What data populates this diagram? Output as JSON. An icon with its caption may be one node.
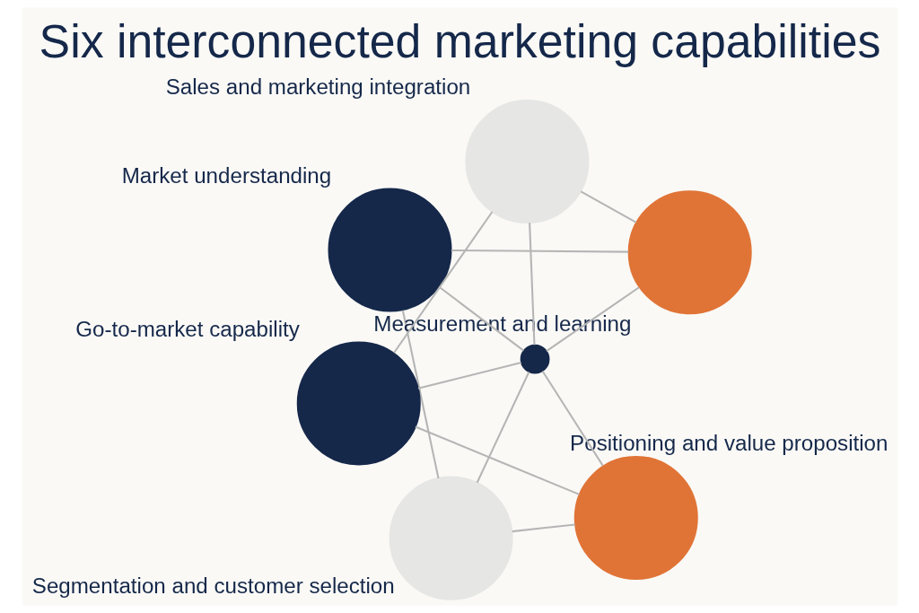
{
  "diagram": {
    "title": "Six interconnected marketing capabilities",
    "nodes": [
      {
        "text": [],
        "shape": "circle",
        "beside": [
          "Market understanding"
        ]
      },
      {
        "text": [],
        "shape": "circle",
        "beside": [
          "Measurement and learning"
        ]
      },
      {
        "text": [],
        "shape": "circle",
        "beside": [
          "Segmentation and customer selection"
        ]
      },
      {
        "text": [],
        "shape": "circle"
      },
      {
        "text": [],
        "shape": "circle",
        "beside": [
          "Sales and marketing integration"
        ]
      },
      {
        "text": [],
        "shape": "circle",
        "beside": [
          "Positioning and value proposition"
        ]
      },
      {
        "text": [],
        "shape": "circle",
        "beside": [
          "Go-to-market capability"
        ]
      }
    ],
    "edges": [
      {
        "from": 3,
        "to": 0,
        "arrow": "none"
      },
      {
        "from": 3,
        "to": 1,
        "arrow": "none"
      },
      {
        "from": 3,
        "to": 2,
        "arrow": "none"
      },
      {
        "from": 3,
        "to": 4,
        "arrow": "none"
      },
      {
        "from": 3,
        "to": 5,
        "arrow": "none"
      },
      {
        "from": 3,
        "to": 6,
        "arrow": "none"
      },
      {
        "from": 0,
        "to": 2,
        "arrow": "none"
      },
      {
        "from": 2,
        "to": 5,
        "arrow": "none"
      },
      {
        "from": 5,
        "to": 6,
        "arrow": "none"
      },
      {
        "from": 6,
        "to": 4,
        "arrow": "none"
      },
      {
        "from": 4,
        "to": 1,
        "arrow": "none"
      },
      {
        "from": 1,
        "to": 0,
        "arrow": "none"
      }
    ]
  }
}
